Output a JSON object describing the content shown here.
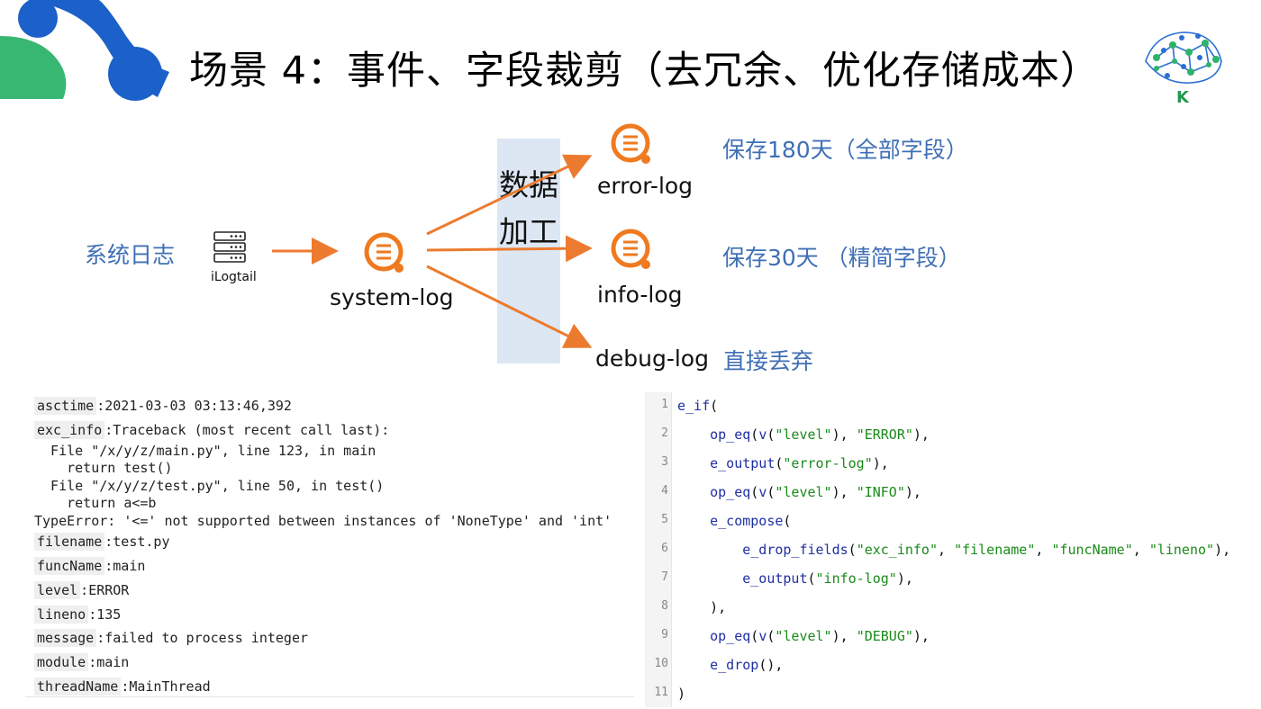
{
  "title": "场景 4：事件、字段裁剪（去冗余、优化存储成本）",
  "brand_logo_letter": "K",
  "diagram": {
    "source_label": "系统日志",
    "agent_label": "iLogtail",
    "central_store": "system-log",
    "processing_label": "数据加工",
    "targets": [
      {
        "name": "error-log",
        "policy": "保存180天（全部字段）"
      },
      {
        "name": "info-log",
        "policy": "保存30天 （精简字段）"
      },
      {
        "name": "debug-log",
        "policy": "直接丢弃"
      }
    ],
    "colors": {
      "arrow": "#ec7b2f",
      "store_icon": "#ef7a1f",
      "policy_text": "#3f6fb5",
      "processing_bg": "#dde7f3"
    }
  },
  "log_sample": {
    "fields": [
      {
        "key": "asctime",
        "value": "2021-03-03 03:13:46,392"
      },
      {
        "key": "exc_info",
        "value": "Traceback (most recent call last):"
      },
      {
        "key": "filename",
        "value": "test.py"
      },
      {
        "key": "funcName",
        "value": "main"
      },
      {
        "key": "level",
        "value": "ERROR"
      },
      {
        "key": "lineno",
        "value": "135"
      },
      {
        "key": "message",
        "value": "failed to process integer"
      },
      {
        "key": "module",
        "value": "main"
      },
      {
        "key": "threadName",
        "value": "MainThread"
      }
    ],
    "traceback_lines": [
      "  File \"/x/y/z/main.py\", line 123, in main",
      "    return test()",
      "  File \"/x/y/z/test.py\", line 50, in test()",
      "    return a<=b",
      "TypeError: '<=' not supported between instances of 'NoneType' and 'int'"
    ]
  },
  "code": {
    "lines": [
      {
        "no": "1",
        "text": "e_if("
      },
      {
        "no": "2",
        "text": "    op_eq(v(\"level\"), \"ERROR\"),"
      },
      {
        "no": "3",
        "text": "    e_output(\"error-log\"),"
      },
      {
        "no": "4",
        "text": "    op_eq(v(\"level\"), \"INFO\"),"
      },
      {
        "no": "5",
        "text": "    e_compose("
      },
      {
        "no": "6",
        "text": "        e_drop_fields(\"exc_info\", \"filename\", \"funcName\", \"lineno\"),"
      },
      {
        "no": "7",
        "text": "        e_output(\"info-log\"),"
      },
      {
        "no": "8",
        "text": "    ),"
      },
      {
        "no": "9",
        "text": "    op_eq(v(\"level\"), \"DEBUG\"),"
      },
      {
        "no": "10",
        "text": "    e_drop(),"
      },
      {
        "no": "11",
        "text": ")"
      }
    ]
  }
}
